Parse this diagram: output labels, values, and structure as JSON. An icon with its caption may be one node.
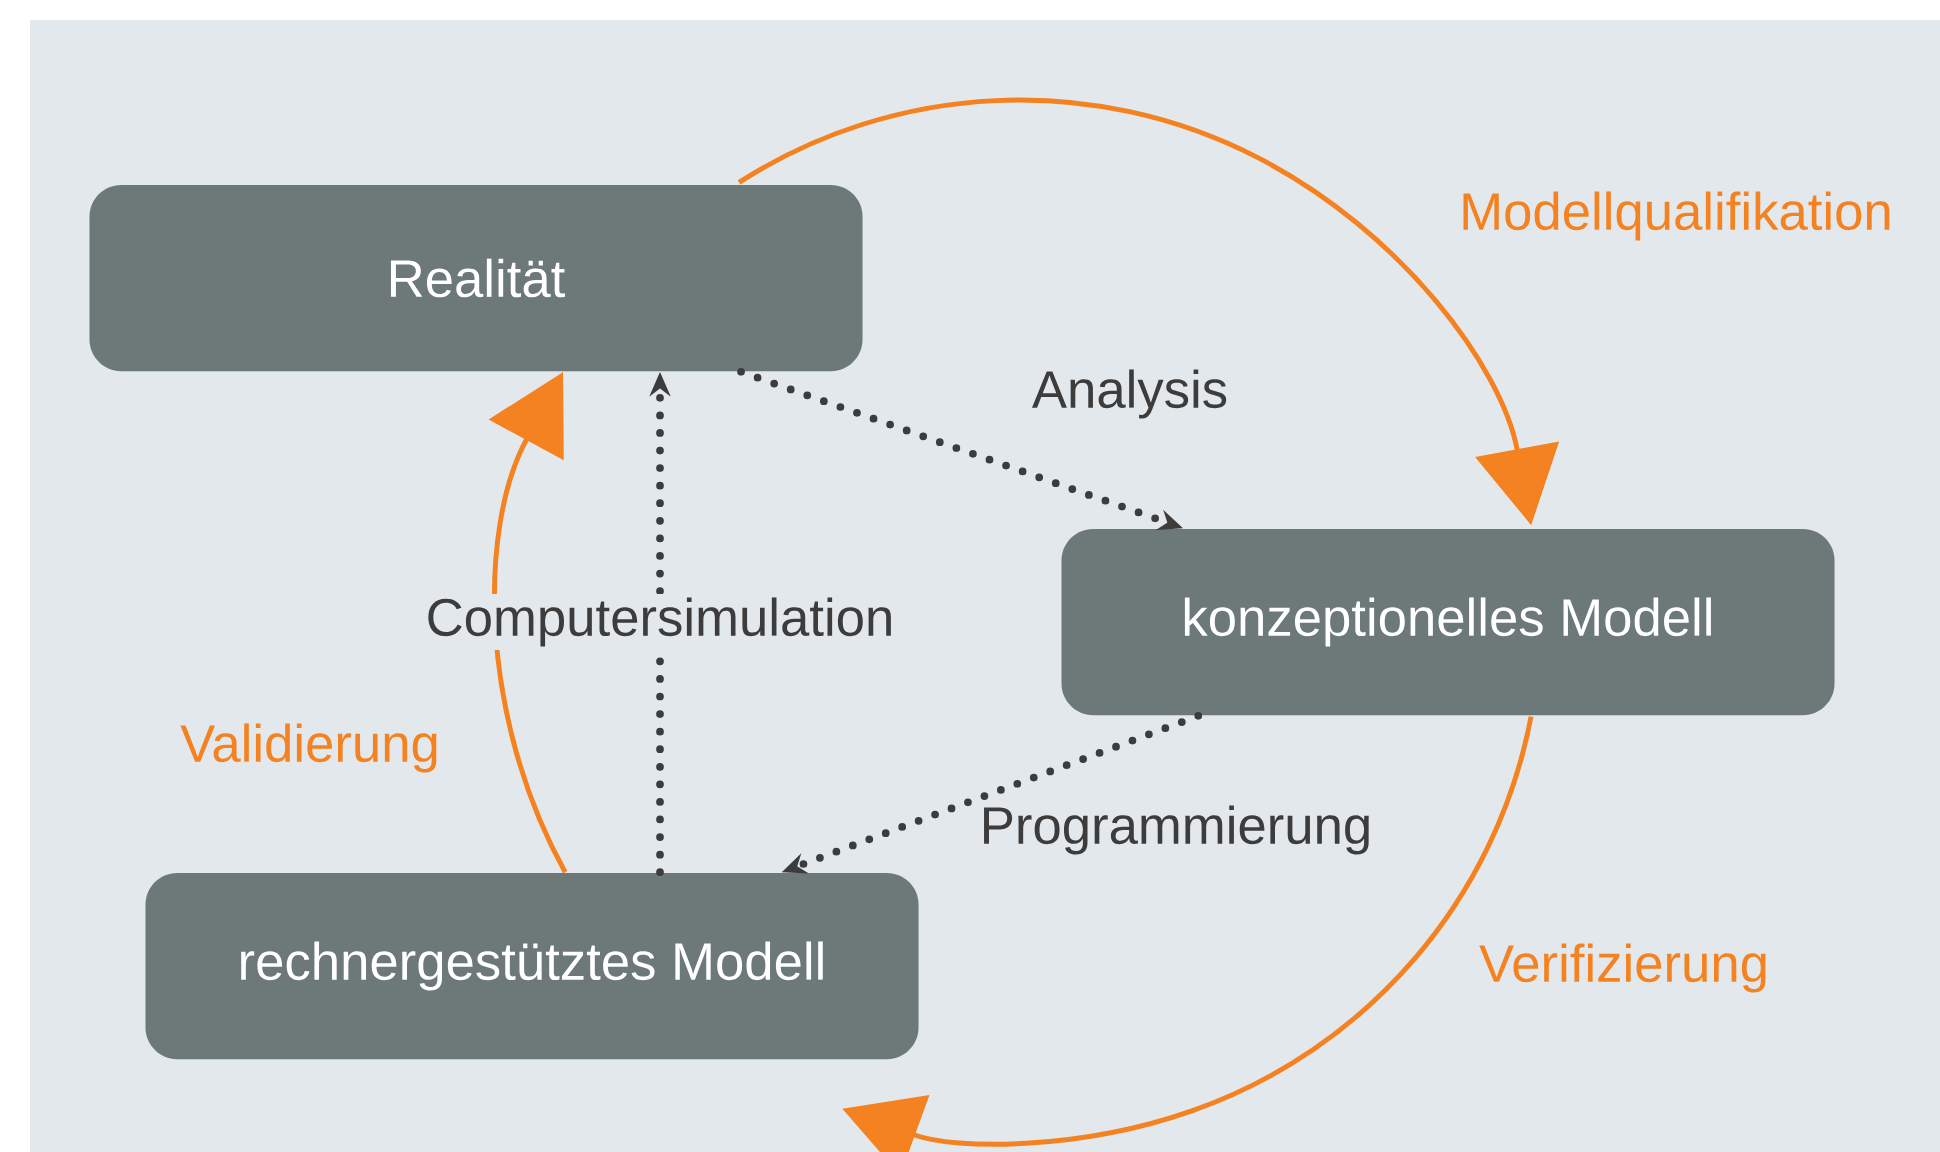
{
  "diagram": {
    "nodes": [
      {
        "text": [
          "Realität"
        ]
      },
      {
        "text": [
          "konzeptionelles Modell"
        ]
      },
      {
        "text": [
          "rechnergestütztes Modell"
        ]
      }
    ],
    "edges": [
      {
        "from": 0,
        "to": 1,
        "arrow": "to",
        "label": "Analysis",
        "style": "dashed",
        "color": "#3c3c3c"
      },
      {
        "from": 1,
        "to": 2,
        "arrow": "to",
        "label": "Programmierung",
        "style": "dashed",
        "color": "#3c3c3c"
      },
      {
        "from": 2,
        "to": 0,
        "arrow": "to",
        "label": "Computersimulation",
        "style": "dashed",
        "color": "#3c3c3c"
      },
      {
        "from": 0,
        "to": 1,
        "arrow": "to",
        "label": "Modellqualifikation",
        "color": "#f58220"
      },
      {
        "from": 1,
        "to": 2,
        "arrow": "to",
        "label": "Verifizierung",
        "color": "#f58220"
      },
      {
        "from": 2,
        "to": 0,
        "arrow": "to",
        "label": "Validierung",
        "color": "#f58220"
      }
    ]
  }
}
